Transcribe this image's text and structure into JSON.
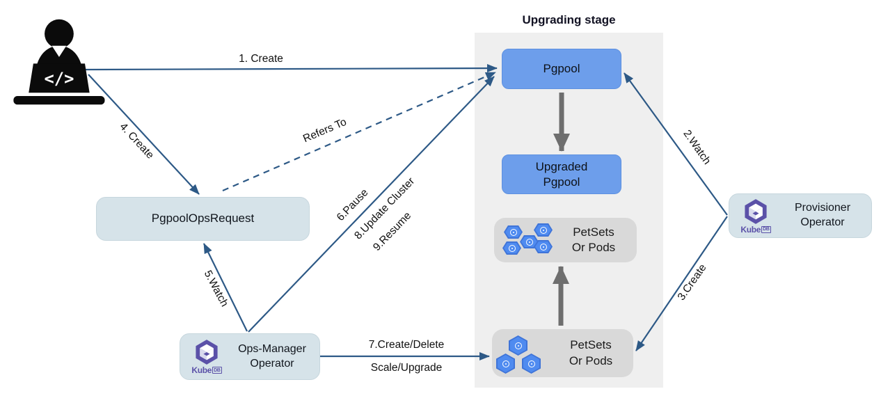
{
  "title": "Upgrading stage",
  "user": {
    "laptop_glyph": "</>"
  },
  "nodes": {
    "pgpool": {
      "label": "Pgpool"
    },
    "upgraded_pgpool": {
      "line1": "Upgraded",
      "line2": "Pgpool"
    },
    "petsets_top": {
      "line1": "PetSets",
      "line2": "Or Pods"
    },
    "petsets_bottom": {
      "line1": "PetSets",
      "line2": "Or Pods"
    },
    "ops_request": {
      "label": "PgpoolOpsRequest"
    },
    "ops_manager": {
      "line1": "Ops-Manager",
      "line2": "Operator",
      "logo_kube": "Kube",
      "logo_db": "DB"
    },
    "provisioner": {
      "line1": "Provisioner",
      "line2": "Operator",
      "logo_kube": "Kube",
      "logo_db": "DB"
    }
  },
  "edges": {
    "create1": "1. Create",
    "refers_to": "Refers To",
    "watch2": "2.Watch",
    "create3": "3.Create",
    "create4": "4. Create",
    "watch5": "5.Watch",
    "pause6": "6.Pause",
    "update_cluster8": "8.Update Cluster",
    "resume9": "9.Resume",
    "create_delete7": "7.Create/Delete",
    "scale_upgrade7": "Scale/Upgrade"
  },
  "colors": {
    "arrow_navy": "#2d5986",
    "arrow_gray": "#6e6e6e",
    "box_blue": "#6d9eeb",
    "box_gray": "#d9d9d9",
    "box_operator": "#d6e3e9",
    "stage_bg": "#efefef",
    "kubedb_purple": "#5b51a8",
    "pod_blue": "#4f8bf0"
  }
}
